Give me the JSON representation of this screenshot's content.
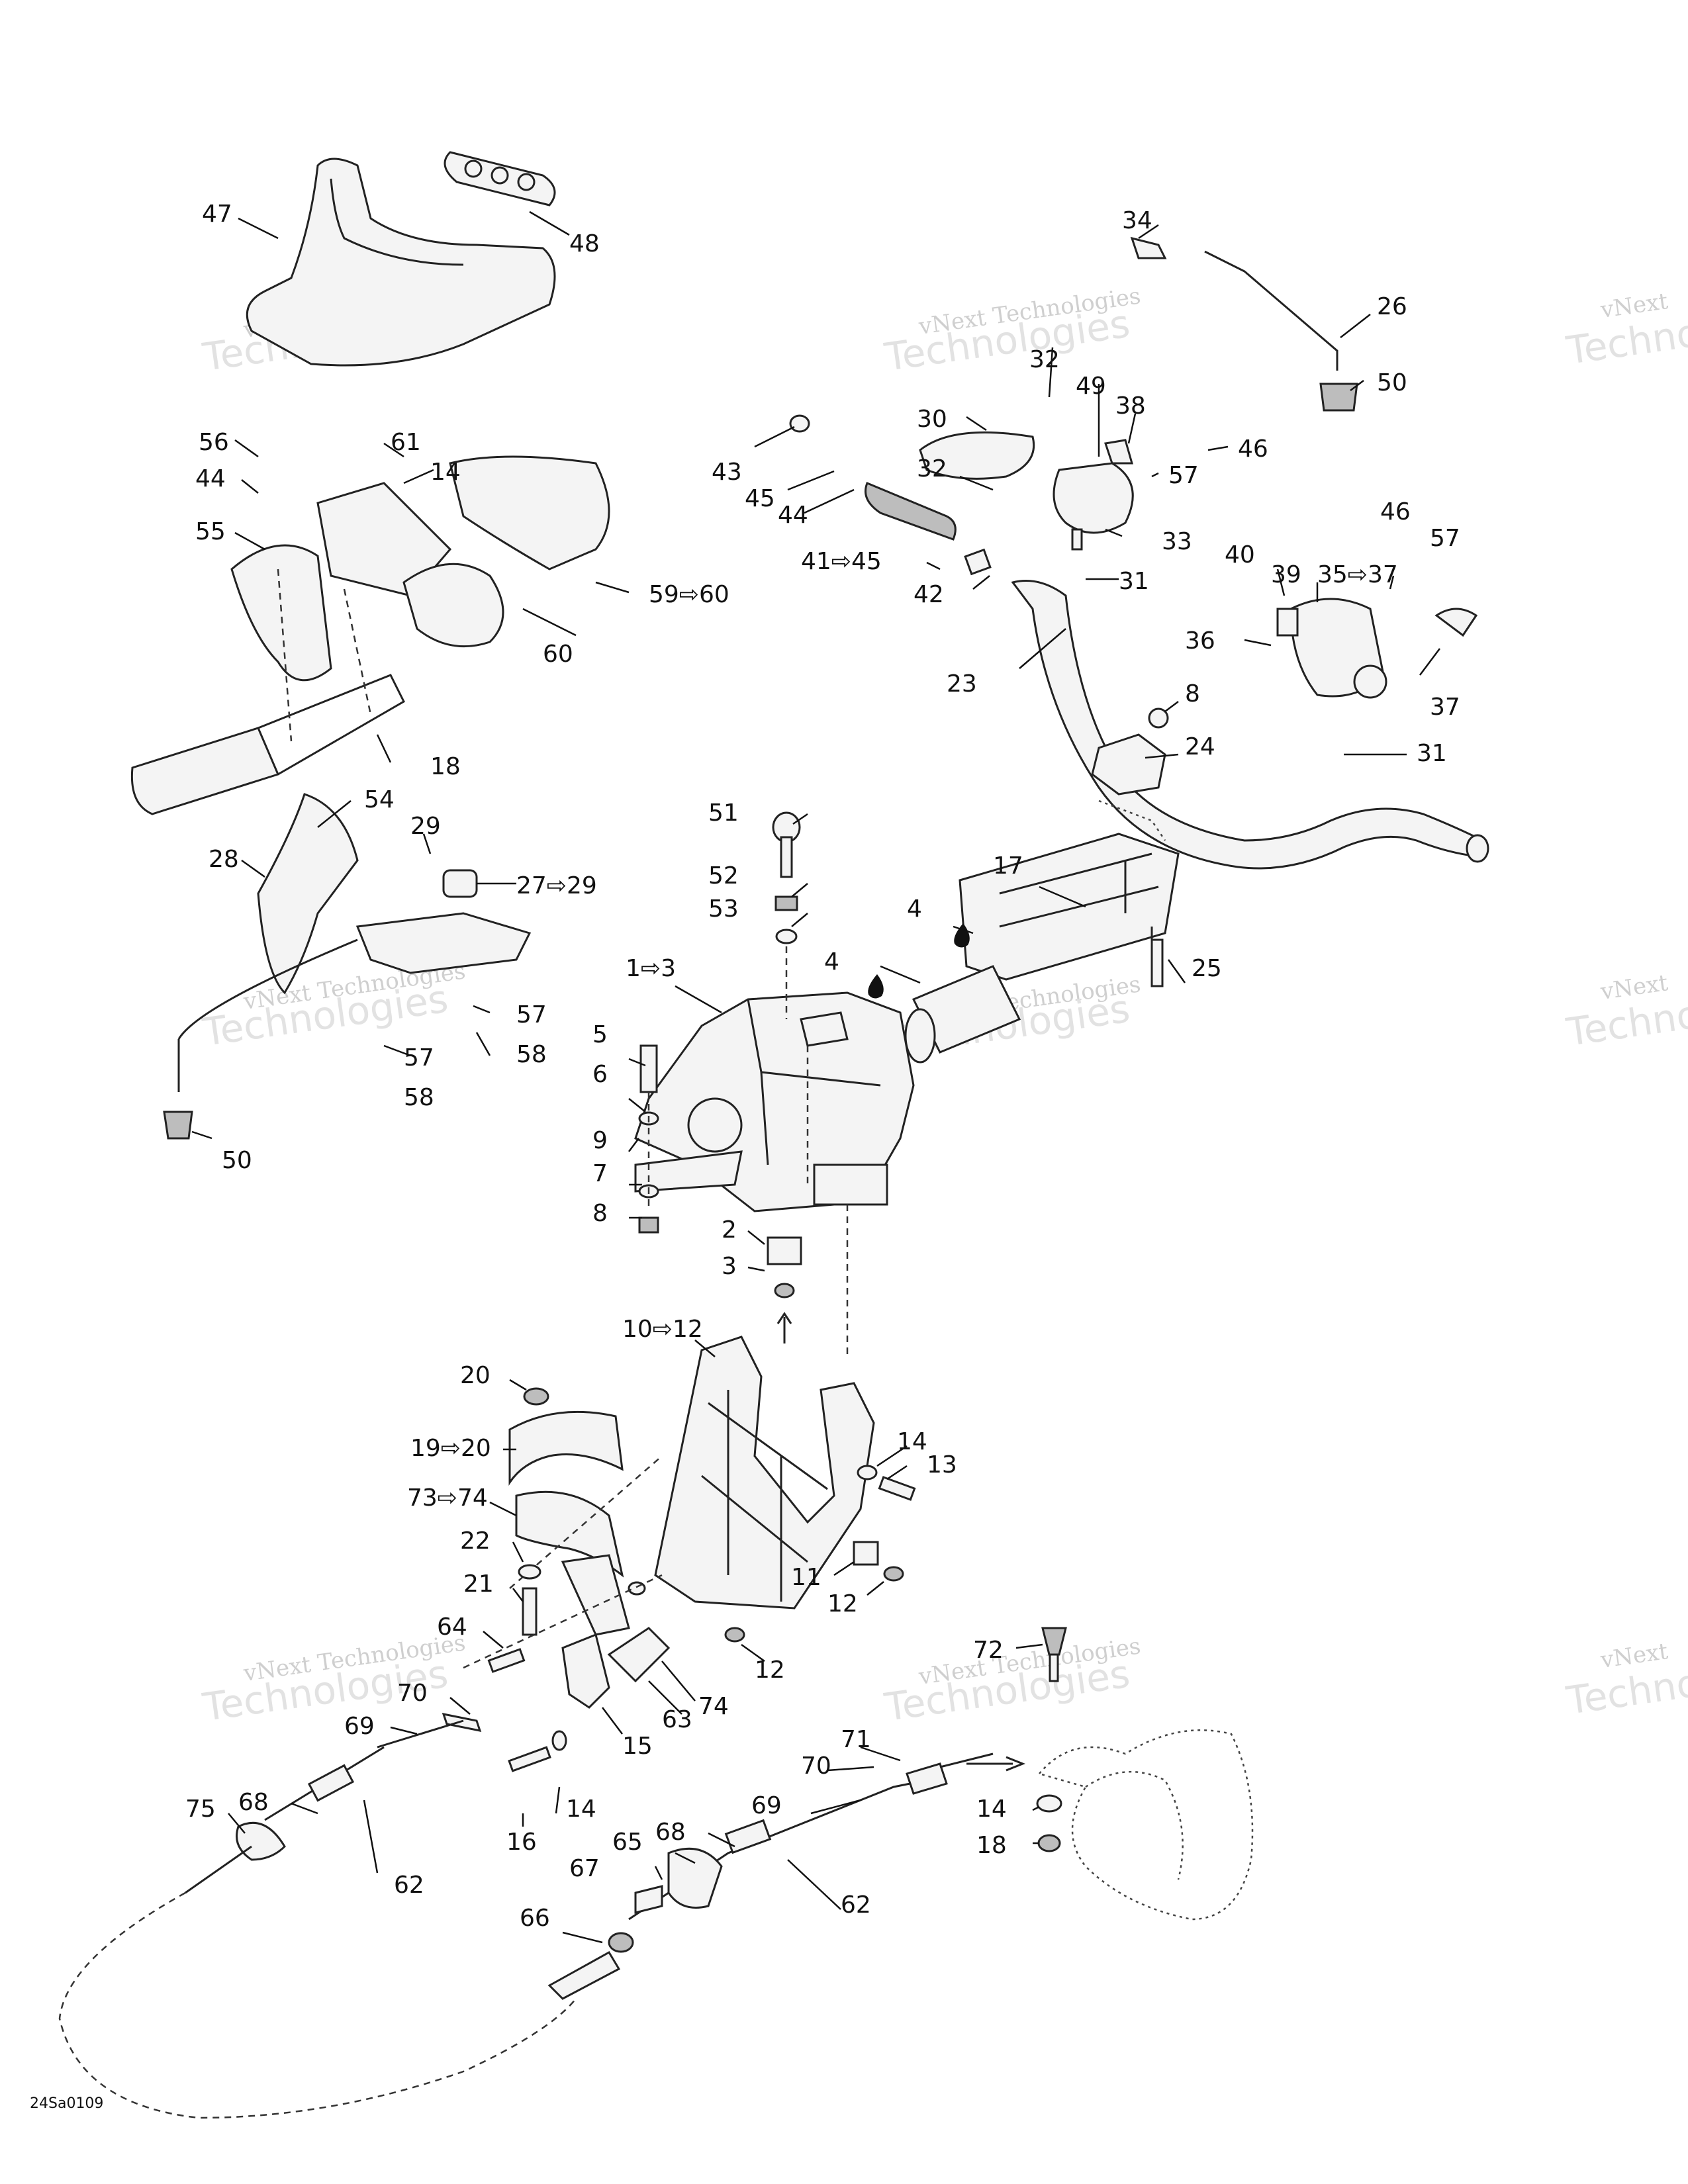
{
  "diagram_code": "24Sa0109",
  "watermark": {
    "line1": "vNext Technologies",
    "line2": "Technologies",
    "line3": "vNext"
  },
  "callouts": [
    {
      "id": "c47",
      "text": "47"
    },
    {
      "id": "c48",
      "text": "48"
    },
    {
      "id": "c56",
      "text": "56"
    },
    {
      "id": "c61",
      "text": "61"
    },
    {
      "id": "c14a",
      "text": "14"
    },
    {
      "id": "c44a",
      "text": "44"
    },
    {
      "id": "c55",
      "text": "55"
    },
    {
      "id": "c59",
      "text": "59⇨60"
    },
    {
      "id": "c60",
      "text": "60"
    },
    {
      "id": "c18a",
      "text": "18"
    },
    {
      "id": "c54",
      "text": "54"
    },
    {
      "id": "c28",
      "text": "28"
    },
    {
      "id": "c29",
      "text": "29"
    },
    {
      "id": "c27",
      "text": "27⇨29"
    },
    {
      "id": "c57a",
      "text": "57"
    },
    {
      "id": "c58a",
      "text": "58"
    },
    {
      "id": "c57b",
      "text": "57"
    },
    {
      "id": "c58b",
      "text": "58"
    },
    {
      "id": "c50a",
      "text": "50"
    },
    {
      "id": "c34",
      "text": "34"
    },
    {
      "id": "c26",
      "text": "26"
    },
    {
      "id": "c50b",
      "text": "50"
    },
    {
      "id": "c32a",
      "text": "32"
    },
    {
      "id": "c49",
      "text": "49"
    },
    {
      "id": "c38",
      "text": "38"
    },
    {
      "id": "c46a",
      "text": "46"
    },
    {
      "id": "c30",
      "text": "30"
    },
    {
      "id": "c57c",
      "text": "57"
    },
    {
      "id": "c43",
      "text": "43"
    },
    {
      "id": "c32b",
      "text": "32"
    },
    {
      "id": "c45",
      "text": "45"
    },
    {
      "id": "c44b",
      "text": "44"
    },
    {
      "id": "c33",
      "text": "33"
    },
    {
      "id": "c41",
      "text": "41⇨45"
    },
    {
      "id": "c31a",
      "text": "31"
    },
    {
      "id": "c42",
      "text": "42"
    },
    {
      "id": "c46b",
      "text": "46"
    },
    {
      "id": "c57d",
      "text": "57"
    },
    {
      "id": "c40",
      "text": "40"
    },
    {
      "id": "c39",
      "text": "39"
    },
    {
      "id": "c35",
      "text": "35⇨37"
    },
    {
      "id": "c36",
      "text": "36"
    },
    {
      "id": "c37",
      "text": "37"
    },
    {
      "id": "c31b",
      "text": "31"
    },
    {
      "id": "c23",
      "text": "23"
    },
    {
      "id": "c8a",
      "text": "8"
    },
    {
      "id": "c24",
      "text": "24"
    },
    {
      "id": "c51",
      "text": "51"
    },
    {
      "id": "c52",
      "text": "52"
    },
    {
      "id": "c53",
      "text": "53"
    },
    {
      "id": "c17",
      "text": "17"
    },
    {
      "id": "c4a",
      "text": "4"
    },
    {
      "id": "c4b",
      "text": "4"
    },
    {
      "id": "c25",
      "text": "25"
    },
    {
      "id": "c1",
      "text": "1⇨3"
    },
    {
      "id": "c5",
      "text": "5"
    },
    {
      "id": "c6",
      "text": "6"
    },
    {
      "id": "c9",
      "text": "9"
    },
    {
      "id": "c7",
      "text": "7"
    },
    {
      "id": "c8b",
      "text": "8"
    },
    {
      "id": "c2",
      "text": "2"
    },
    {
      "id": "c3",
      "text": "3"
    },
    {
      "id": "c10",
      "text": "10⇨12"
    },
    {
      "id": "c20",
      "text": "20"
    },
    {
      "id": "c19",
      "text": "19⇨20"
    },
    {
      "id": "c14b",
      "text": "14"
    },
    {
      "id": "c13",
      "text": "13"
    },
    {
      "id": "c73",
      "text": "73⇨74"
    },
    {
      "id": "c22",
      "text": "22"
    },
    {
      "id": "c11",
      "text": "11"
    },
    {
      "id": "c21",
      "text": "21"
    },
    {
      "id": "c12a",
      "text": "12"
    },
    {
      "id": "c64",
      "text": "64"
    },
    {
      "id": "c12b",
      "text": "12"
    },
    {
      "id": "c72",
      "text": "72"
    },
    {
      "id": "c70a",
      "text": "70"
    },
    {
      "id": "c74",
      "text": "74"
    },
    {
      "id": "c63",
      "text": "63"
    },
    {
      "id": "c69a",
      "text": "69"
    },
    {
      "id": "c15",
      "text": "15"
    },
    {
      "id": "c71",
      "text": "71"
    },
    {
      "id": "c68a",
      "text": "68"
    },
    {
      "id": "c14c",
      "text": "14"
    },
    {
      "id": "c16",
      "text": "16"
    },
    {
      "id": "c70b",
      "text": "70"
    },
    {
      "id": "c69b",
      "text": "69"
    },
    {
      "id": "c75",
      "text": "75"
    },
    {
      "id": "c14d",
      "text": "14"
    },
    {
      "id": "c18b",
      "text": "18"
    },
    {
      "id": "c62a",
      "text": "62"
    },
    {
      "id": "c68b",
      "text": "68"
    },
    {
      "id": "c65",
      "text": "65"
    },
    {
      "id": "c67",
      "text": "67"
    },
    {
      "id": "c62b",
      "text": "62"
    },
    {
      "id": "c66",
      "text": "66"
    }
  ]
}
